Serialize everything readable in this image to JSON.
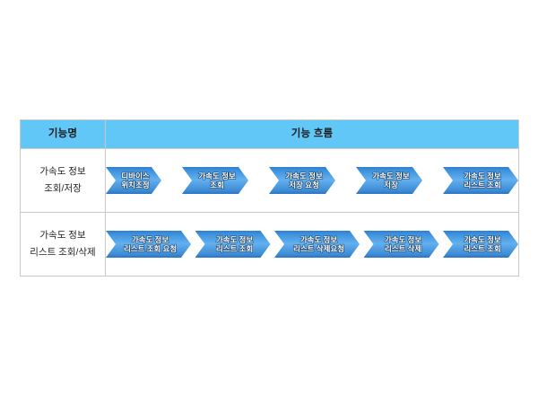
{
  "table": {
    "headers": {
      "name_column": "기능명",
      "flow_column": "기능 흐름"
    },
    "header_bg": "#61c7f7",
    "chevron_color": "#4a9ee5",
    "rows": [
      {
        "label_line1": "가속도 정보",
        "label_line2": "조회/저장",
        "steps": [
          {
            "line1": "디바이스",
            "line2": "위치조정"
          },
          {
            "line1": "가속도 정보",
            "line2": "조회"
          },
          {
            "line1": "가속도 정보",
            "line2": "저장 요청"
          },
          {
            "line1": "가속도 정보",
            "line2": "저장"
          },
          {
            "line1": "가속도 정보",
            "line2": "리스트 조회"
          }
        ]
      },
      {
        "label_line1": "가속도 정보",
        "label_line2": "리스트 조회/삭제",
        "steps": [
          {
            "line1": "가속도 정보",
            "line2": "리스트 조회 요청"
          },
          {
            "line1": "가속도 정보",
            "line2": "리스트 조회"
          },
          {
            "line1": "가속도 정보",
            "line2": "리스트 삭제요청"
          },
          {
            "line1": "가속도 정보",
            "line2": "리스트 삭제"
          },
          {
            "line1": "가속도 정보",
            "line2": "리스트 조회"
          }
        ]
      }
    ]
  }
}
